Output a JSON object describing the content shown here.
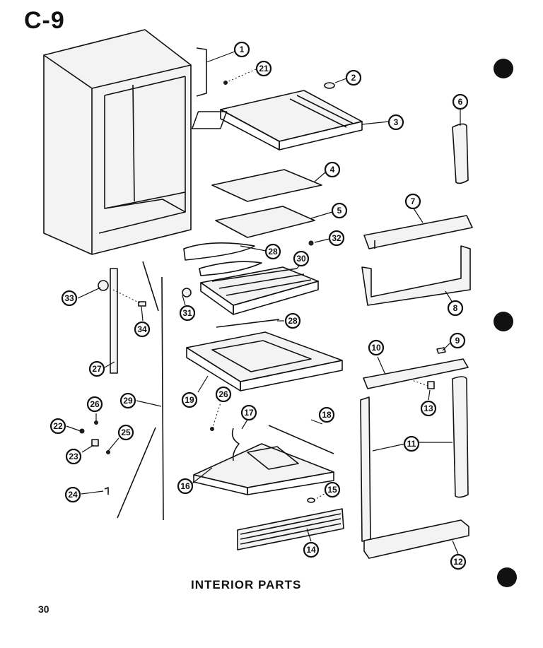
{
  "header": {
    "section_code": "C-9"
  },
  "footer": {
    "caption": "INTERIOR PARTS",
    "page_number": "30"
  },
  "callouts": [
    {
      "id": "1",
      "label": "1"
    },
    {
      "id": "21",
      "label": "21"
    },
    {
      "id": "2",
      "label": "2"
    },
    {
      "id": "3",
      "label": "3"
    },
    {
      "id": "6",
      "label": "6"
    },
    {
      "id": "4",
      "label": "4"
    },
    {
      "id": "5",
      "label": "5"
    },
    {
      "id": "7",
      "label": "7"
    },
    {
      "id": "32",
      "label": "32"
    },
    {
      "id": "28a",
      "label": "28"
    },
    {
      "id": "30",
      "label": "30"
    },
    {
      "id": "33",
      "label": "33"
    },
    {
      "id": "34",
      "label": "34"
    },
    {
      "id": "31",
      "label": "31"
    },
    {
      "id": "8",
      "label": "8"
    },
    {
      "id": "28b",
      "label": "28"
    },
    {
      "id": "27",
      "label": "27"
    },
    {
      "id": "9",
      "label": "9"
    },
    {
      "id": "10",
      "label": "10"
    },
    {
      "id": "19",
      "label": "19"
    },
    {
      "id": "13",
      "label": "13"
    },
    {
      "id": "26a",
      "label": "26"
    },
    {
      "id": "29",
      "label": "29"
    },
    {
      "id": "26b",
      "label": "26"
    },
    {
      "id": "17",
      "label": "17"
    },
    {
      "id": "18",
      "label": "18"
    },
    {
      "id": "22",
      "label": "22"
    },
    {
      "id": "25",
      "label": "25"
    },
    {
      "id": "11",
      "label": "11"
    },
    {
      "id": "23",
      "label": "23"
    },
    {
      "id": "16",
      "label": "16"
    },
    {
      "id": "24",
      "label": "24"
    },
    {
      "id": "15",
      "label": "15"
    },
    {
      "id": "14",
      "label": "14"
    },
    {
      "id": "12",
      "label": "12"
    }
  ]
}
